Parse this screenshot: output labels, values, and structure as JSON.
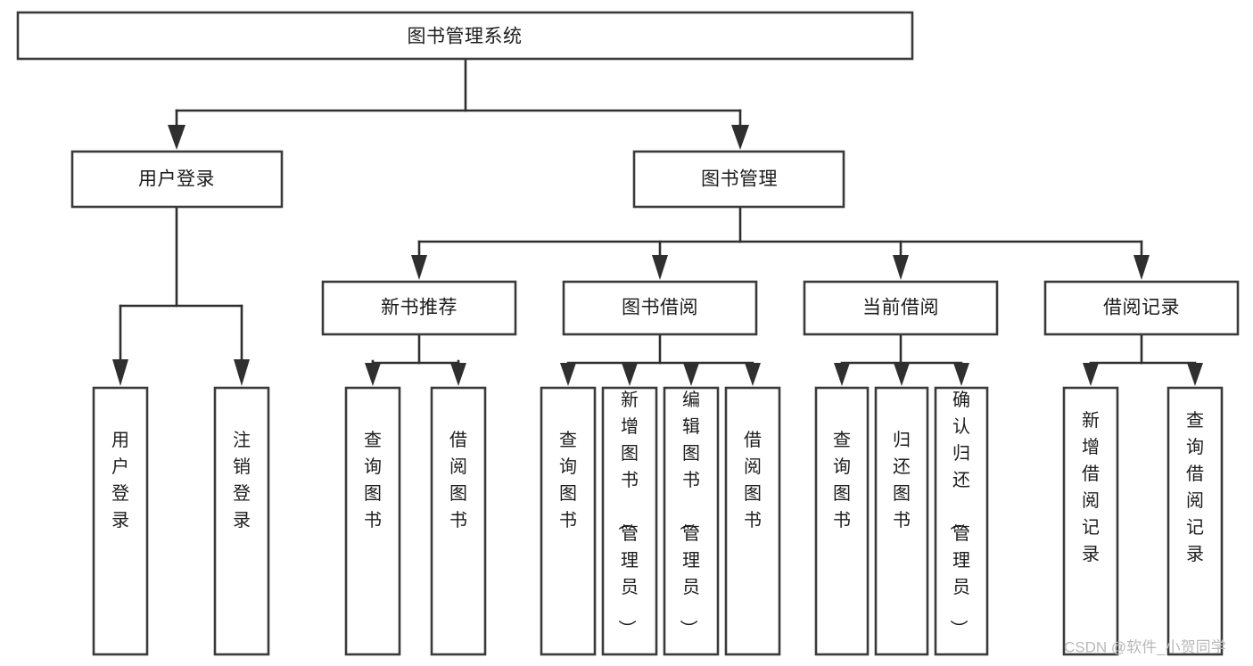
{
  "diagram": {
    "title": "图书管理系统",
    "type": "tree-hierarchy-chart",
    "colors": {
      "box_fill": "#ffffff",
      "box_stroke": "#3a3a3a",
      "connector": "#2f2f2f",
      "text": "#1c1c1c",
      "watermark": "#b9b9b9",
      "background": "#ffffff"
    },
    "root": {
      "label": "图书管理系统"
    },
    "level2": [
      {
        "label": "用户登录"
      },
      {
        "label": "图书管理"
      }
    ],
    "level3": [
      {
        "label": "新书推荐"
      },
      {
        "label": "图书借阅"
      },
      {
        "label": "当前借阅"
      },
      {
        "label": "借阅记录"
      }
    ],
    "leaves": {
      "user_login": [
        {
          "label": "用户登录"
        },
        {
          "label": "注销登录"
        }
      ],
      "new_book_recommend": [
        {
          "label": "查询图书"
        },
        {
          "label": "借阅图书"
        }
      ],
      "book_borrow": [
        {
          "label": "查询图书"
        },
        {
          "label": "新增图书（管理员）"
        },
        {
          "label": "编辑图书（管理员）"
        },
        {
          "label": "借阅图书"
        }
      ],
      "current_borrow": [
        {
          "label": "查询图书"
        },
        {
          "label": "归还图书"
        },
        {
          "label": "确认归还（管理员）"
        }
      ],
      "borrow_record": [
        {
          "label": "新增借阅记录"
        },
        {
          "label": "查询借阅记录"
        }
      ]
    }
  },
  "watermark": {
    "text": "CSDN @软件_小贺同学"
  }
}
